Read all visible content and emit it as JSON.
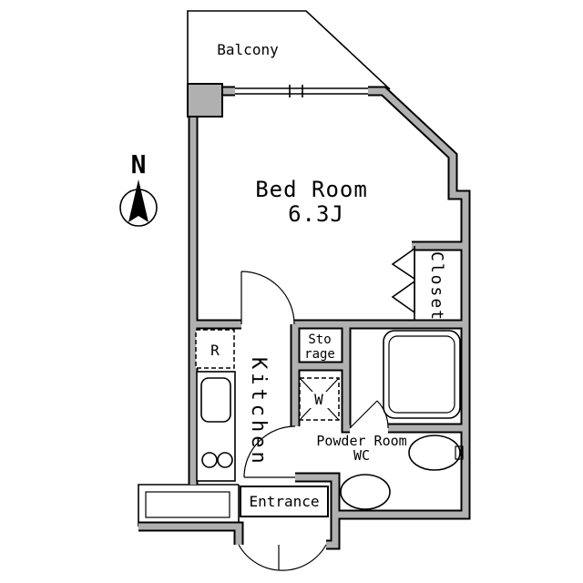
{
  "compass": {
    "north_label": "N"
  },
  "rooms": {
    "balcony": "Balcony",
    "bedroom_name": "Bed Room",
    "bedroom_size": "6.3J",
    "closet": "Closet",
    "storage_top": "Sto",
    "storage_bottom": "rage",
    "kitchen": "Kitchen",
    "powder_room": "Powder Room",
    "wc": "WC",
    "entrance": "Entrance"
  },
  "fixtures": {
    "refrigerator": "R",
    "washing_machine": "W"
  },
  "colors": {
    "background": "#ffffff",
    "wall_fill": "#b0b0b0",
    "line": "#000000"
  }
}
